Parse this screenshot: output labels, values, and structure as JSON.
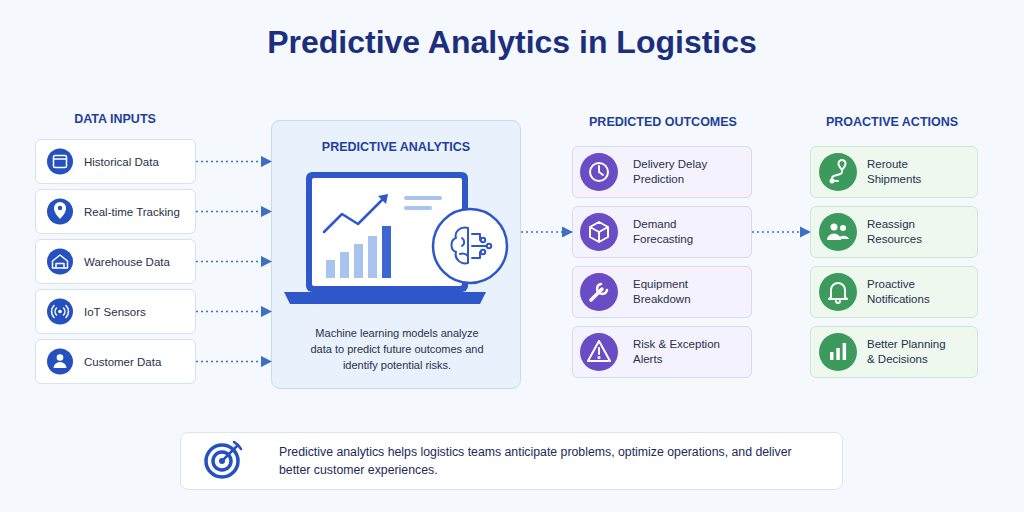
{
  "diagram": {
    "title": "Predictive Analytics in Logistics",
    "nodes": [
      {
        "text": [
          "Historical Data"
        ]
      },
      {
        "text": [
          "Real-time Tracking"
        ]
      },
      {
        "text": [
          "Warehouse Data"
        ]
      },
      {
        "text": [
          "IoT Sensors"
        ]
      },
      {
        "text": [
          "Customer Data"
        ]
      },
      {
        "text": [
          "PREDICTIVE ANALYTICS",
          "Machine learning models analyze data to predict future outcomes and identify potential risks."
        ]
      },
      {
        "text": [
          "Delivery Delay Prediction"
        ]
      },
      {
        "text": [
          "Demand Forecasting"
        ]
      },
      {
        "text": [
          "Equipment Breakdown"
        ]
      },
      {
        "text": [
          "Risk & Exception Alerts"
        ]
      },
      {
        "text": [
          "Reroute Shipments"
        ]
      },
      {
        "text": [
          "Reassign Resources"
        ]
      },
      {
        "text": [
          "Proactive Notifications"
        ]
      },
      {
        "text": [
          "Better Planning & Decisions"
        ]
      },
      {
        "text": [
          "Predictive analytics helps logistics teams anticipate problems, optimize operations, and deliver better customer experiences."
        ]
      }
    ],
    "edges": [
      {
        "from": 0,
        "to": 5,
        "arrow": "to"
      },
      {
        "from": 1,
        "to": 5,
        "arrow": "to"
      },
      {
        "from": 2,
        "to": 5,
        "arrow": "to"
      },
      {
        "from": 3,
        "to": 5,
        "arrow": "to"
      },
      {
        "from": 4,
        "to": 5,
        "arrow": "to"
      },
      {
        "from": 5,
        "to": 7,
        "arrow": "to"
      },
      {
        "from": 7,
        "to": 11,
        "arrow": "to"
      }
    ],
    "labels": [
      "DATA INPUTS",
      "PREDICTED OUTCOMES",
      "PROACTIVE ACTIONS"
    ]
  }
}
